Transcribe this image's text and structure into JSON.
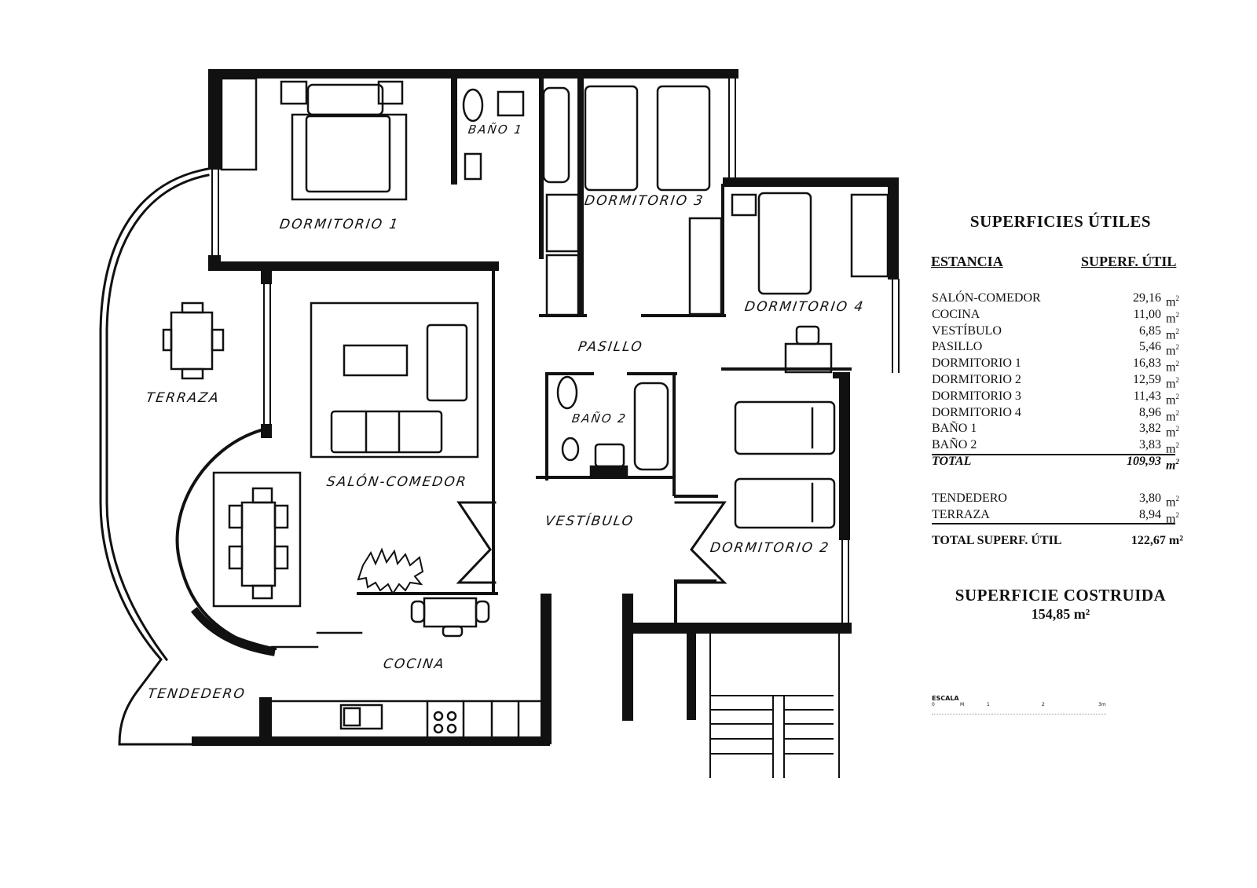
{
  "plan": {
    "room_labels": {
      "dormitorio_1": "DORMITORIO 1",
      "dormitorio_2": "DORMITORIO 2",
      "dormitorio_3": "DORMITORIO 3",
      "dormitorio_4": "DORMITORIO 4",
      "bano_1": "BAÑO 1",
      "bano_2": "BAÑO 2",
      "pasillo": "PASILLO",
      "terraza": "TERRAZA",
      "salon_comedor": "SALÓN-COMEDOR",
      "vestibulo": "VESTÍBULO",
      "cocina": "COCINA",
      "tendedero": "TENDEDERO"
    },
    "line_color": "#111111",
    "background": "#ffffff"
  },
  "areas": {
    "title": "SUPERFICIES ÚTILES",
    "col_room": "ESTANCIA",
    "col_area": "SUPERF. ÚTIL",
    "unit": "m",
    "unit_exp": "2",
    "rows": [
      {
        "name": "SALÓN-COMEDOR",
        "value": "29,16"
      },
      {
        "name": "COCINA",
        "value": "11,00"
      },
      {
        "name": "VESTÍBULO",
        "value": "6,85"
      },
      {
        "name": "PASILLO",
        "value": "5,46"
      },
      {
        "name": "DORMITORIO 1",
        "value": "16,83"
      },
      {
        "name": "DORMITORIO 2",
        "value": "12,59"
      },
      {
        "name": "DORMITORIO 3",
        "value": "11,43"
      },
      {
        "name": "DORMITORIO 4",
        "value": "8,96"
      },
      {
        "name": "BAÑO 1",
        "value": "3,82"
      },
      {
        "name": "BAÑO 2",
        "value": "3,83"
      }
    ],
    "total": {
      "name": "TOTAL",
      "value": "109,93"
    },
    "extra_rows": [
      {
        "name": "TENDEDERO",
        "value": "3,80"
      },
      {
        "name": "TERRAZA",
        "value": "8,94"
      }
    ],
    "grand_total": {
      "name": "TOTAL SUPERF. ÚTIL",
      "value": "122,67 m²"
    },
    "built_title": "SUPERFICIE COSTRUIDA",
    "built_value": "154,85 m²"
  },
  "scale": {
    "title": "ESCALA",
    "ticks": [
      "0",
      "M",
      "1",
      "2",
      "3m"
    ]
  }
}
